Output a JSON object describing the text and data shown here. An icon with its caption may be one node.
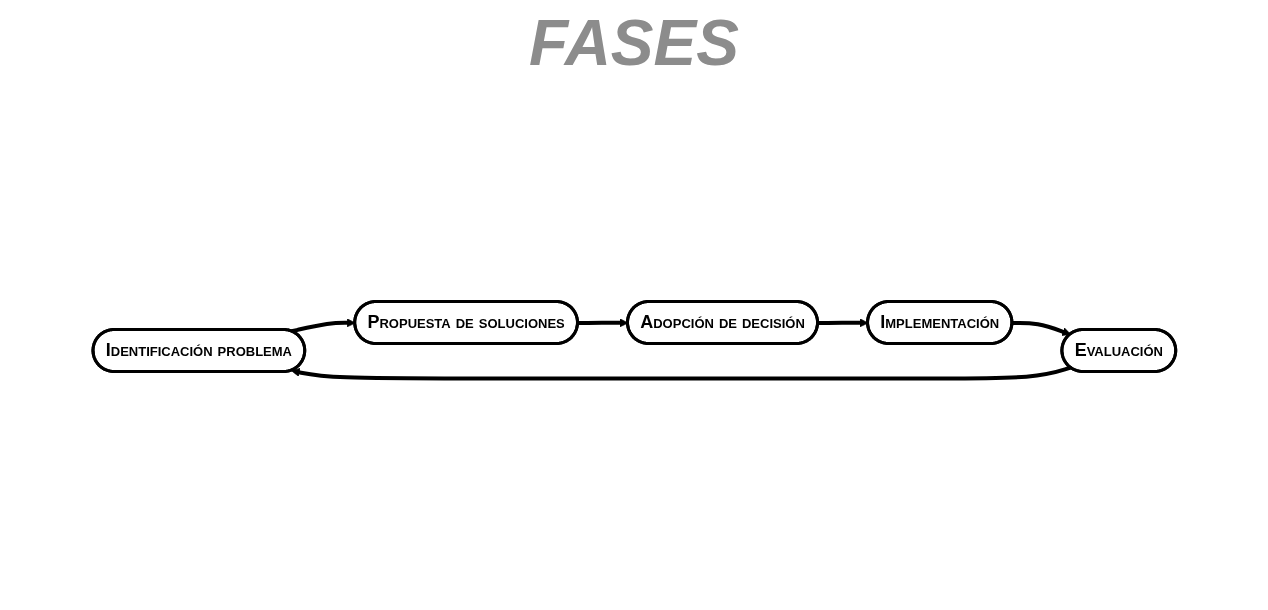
{
  "diagram": {
    "title": "FASES",
    "nodes": [
      {
        "text": [
          "Identificación problema"
        ]
      },
      {
        "text": [
          "Propuesta de soluciones"
        ]
      },
      {
        "text": [
          "Adopción de decisión"
        ]
      },
      {
        "text": [
          "Implementación"
        ]
      },
      {
        "text": [
          "Evaluación"
        ]
      }
    ],
    "edges": [
      {
        "from": 0,
        "to": 1,
        "arrow": "to"
      },
      {
        "from": 1,
        "to": 2,
        "arrow": "to"
      },
      {
        "from": 2,
        "to": 3,
        "arrow": "to"
      },
      {
        "from": 3,
        "to": 4,
        "arrow": "to"
      },
      {
        "from": 4,
        "to": 0,
        "arrow": "to"
      }
    ]
  }
}
